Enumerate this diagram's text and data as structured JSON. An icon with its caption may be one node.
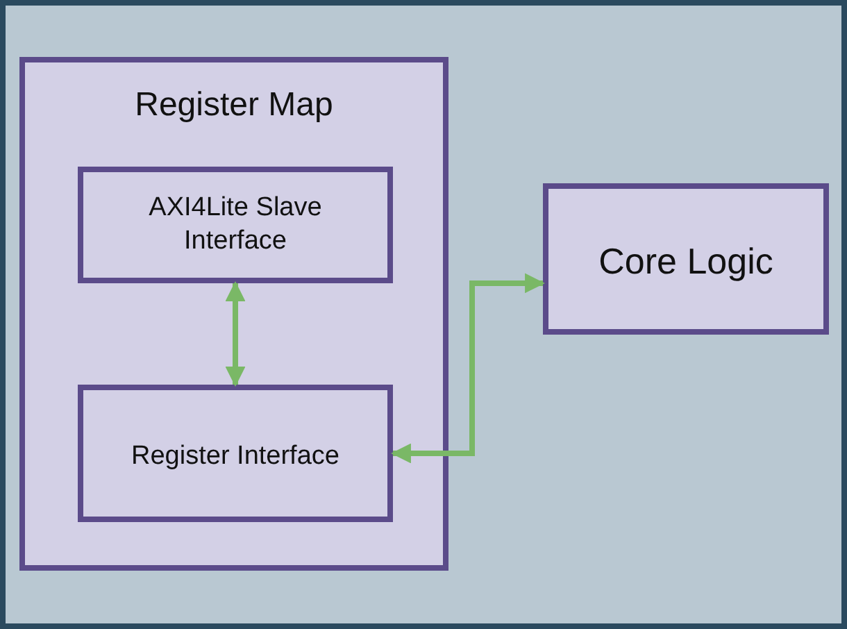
{
  "diagram": {
    "nodes": [
      {
        "text": [
          "Register Map"
        ]
      },
      {
        "text": [
          "AXI4Lite Slave Interface"
        ],
        "in": 0
      },
      {
        "text": [
          "Register Interface"
        ],
        "in": 0
      },
      {
        "text": [
          "Core Logic"
        ]
      }
    ],
    "edges": [
      {
        "from": 1,
        "to": 2,
        "arrow": "both"
      },
      {
        "from": 2,
        "to": 3,
        "arrow": "both"
      }
    ]
  }
}
